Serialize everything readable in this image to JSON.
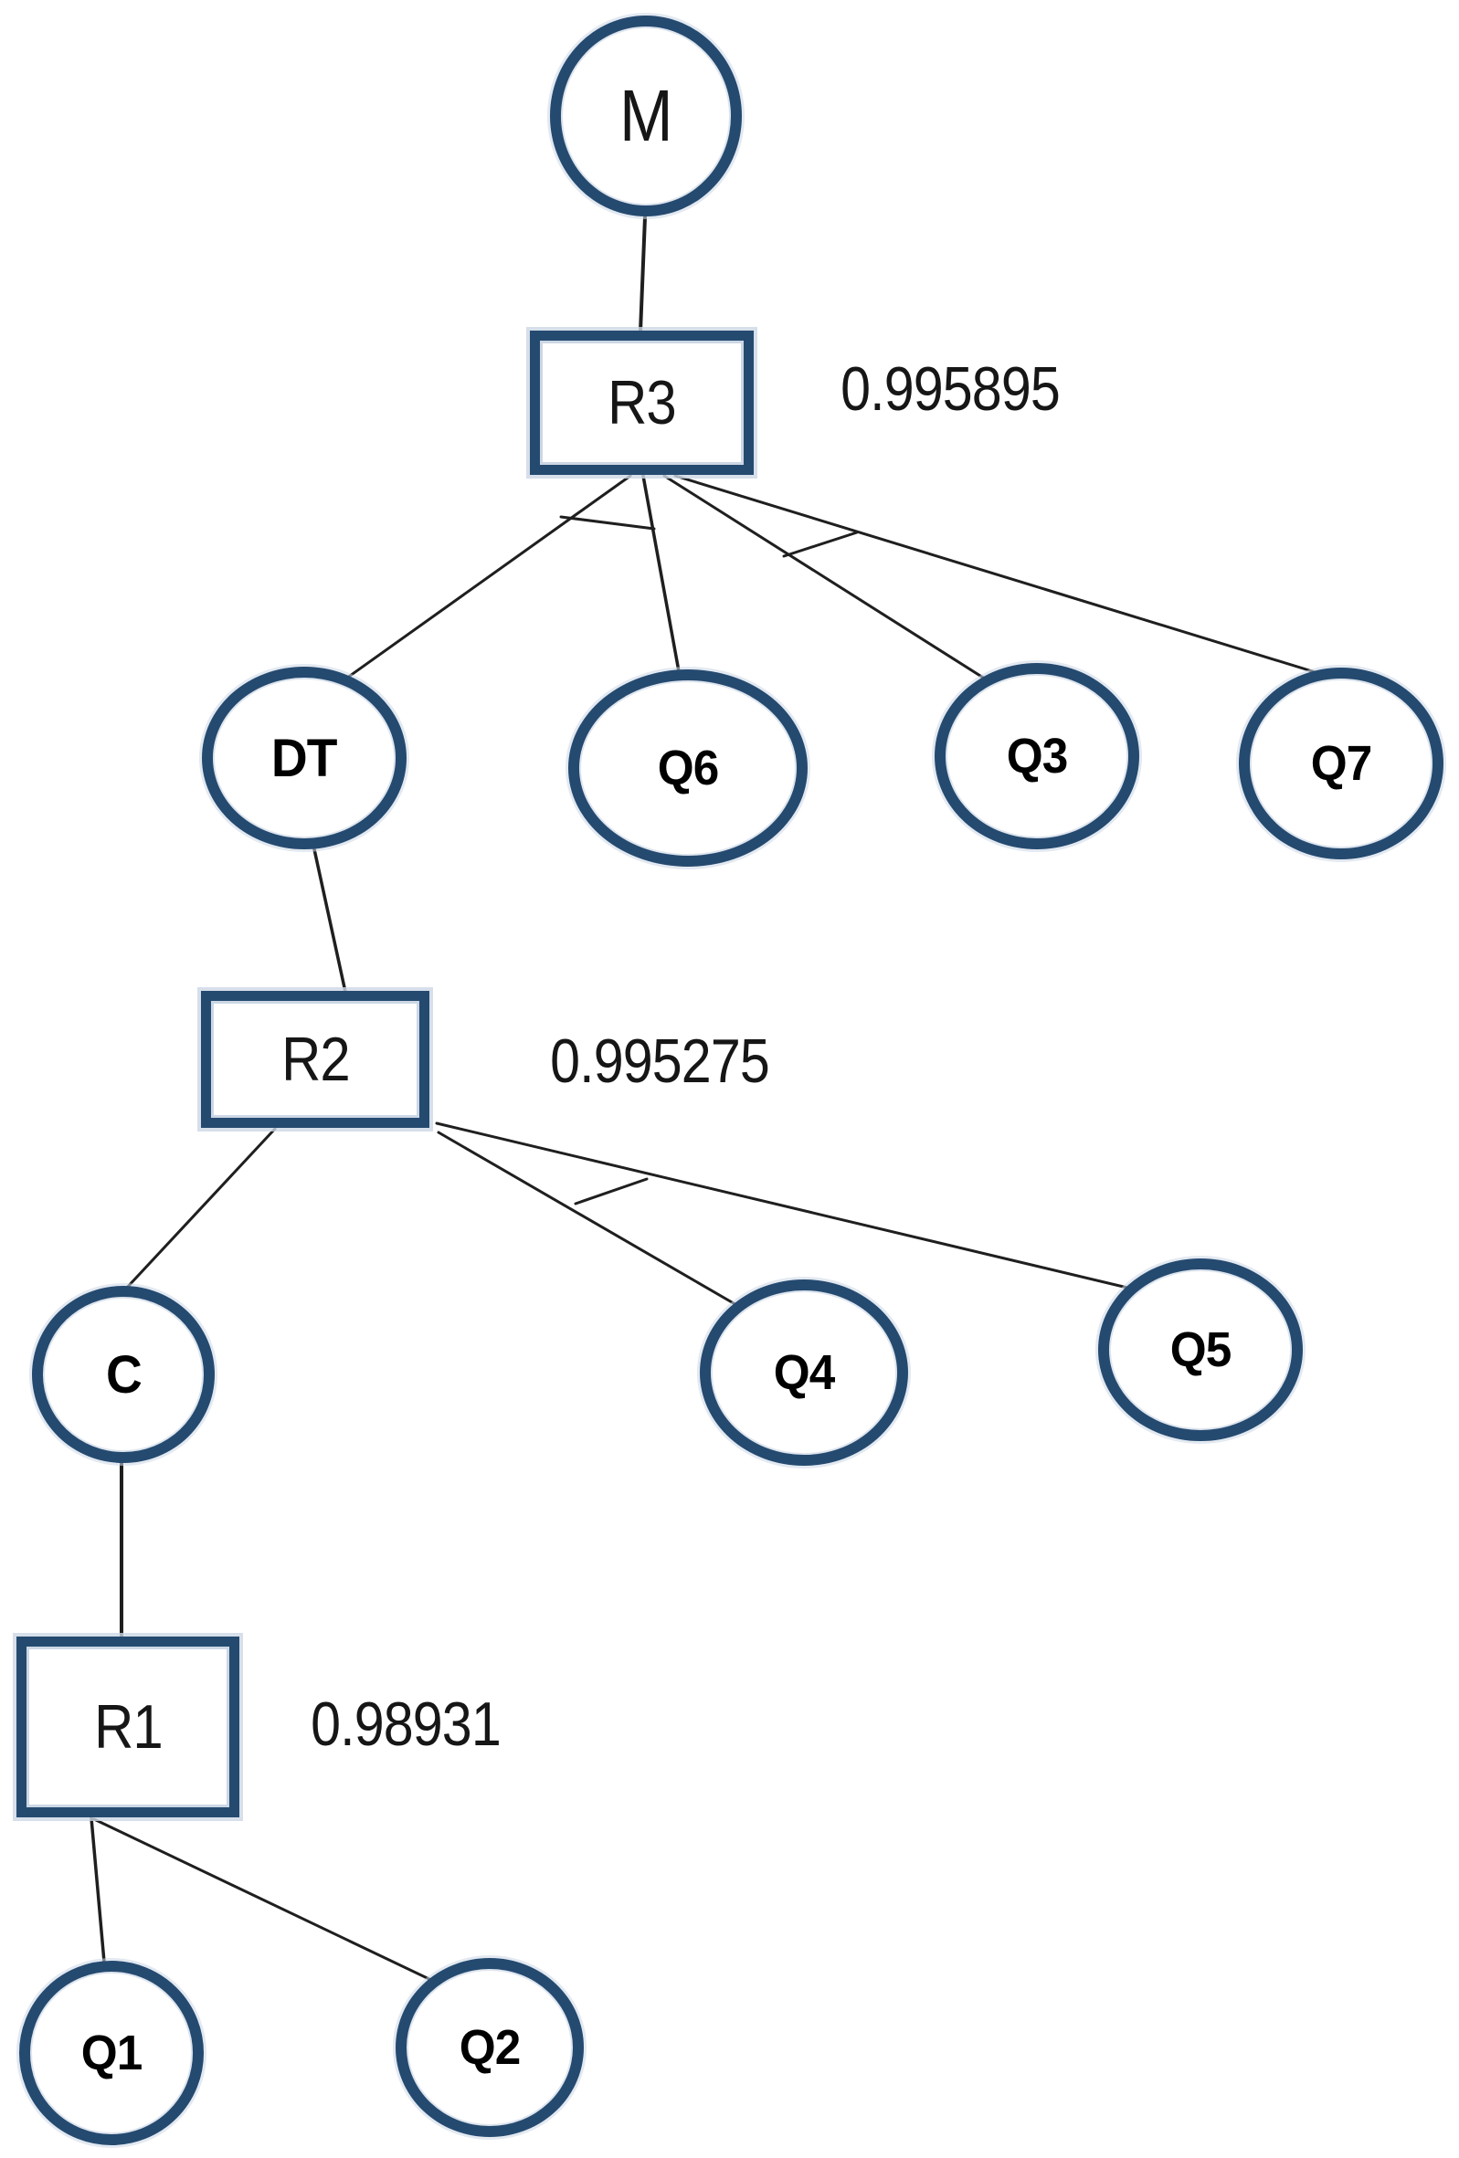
{
  "figure": {
    "type": "tree-diagram",
    "background": "#ffffff",
    "colors": {
      "node_border": "#254a70",
      "node_halo": "#ccd7e5",
      "edge_line": "#1f1f1f",
      "label_text": "#111111"
    },
    "nodes": {
      "M": {
        "label": "M",
        "shape": "circle"
      },
      "R3": {
        "label": "R3",
        "shape": "rectangle",
        "value": "0.995895"
      },
      "DT": {
        "label": "DT",
        "shape": "circle"
      },
      "Q6": {
        "label": "Q6",
        "shape": "circle"
      },
      "Q3": {
        "label": "Q3",
        "shape": "circle"
      },
      "Q7": {
        "label": "Q7",
        "shape": "circle"
      },
      "R2": {
        "label": "R2",
        "shape": "rectangle",
        "value": "0.995275"
      },
      "C": {
        "label": "C",
        "shape": "circle"
      },
      "Q4": {
        "label": "Q4",
        "shape": "circle"
      },
      "Q5": {
        "label": "Q5",
        "shape": "circle"
      },
      "R1": {
        "label": "R1",
        "shape": "rectangle",
        "value": "0.98931"
      },
      "Q1": {
        "label": "Q1",
        "shape": "circle"
      },
      "Q2": {
        "label": "Q2",
        "shape": "circle"
      }
    },
    "edges": [
      {
        "from": "M",
        "to": "R3"
      },
      {
        "from": "R3",
        "to": "DT"
      },
      {
        "from": "R3",
        "to": "Q6"
      },
      {
        "from": "R3",
        "to": "Q3"
      },
      {
        "from": "R3",
        "to": "Q7"
      },
      {
        "from": "DT",
        "to": "R2"
      },
      {
        "from": "R2",
        "to": "C"
      },
      {
        "from": "R2",
        "to": "Q4"
      },
      {
        "from": "R2",
        "to": "Q5"
      },
      {
        "from": "C",
        "to": "R1"
      },
      {
        "from": "R1",
        "to": "Q1"
      },
      {
        "from": "R1",
        "to": "Q2"
      }
    ]
  }
}
